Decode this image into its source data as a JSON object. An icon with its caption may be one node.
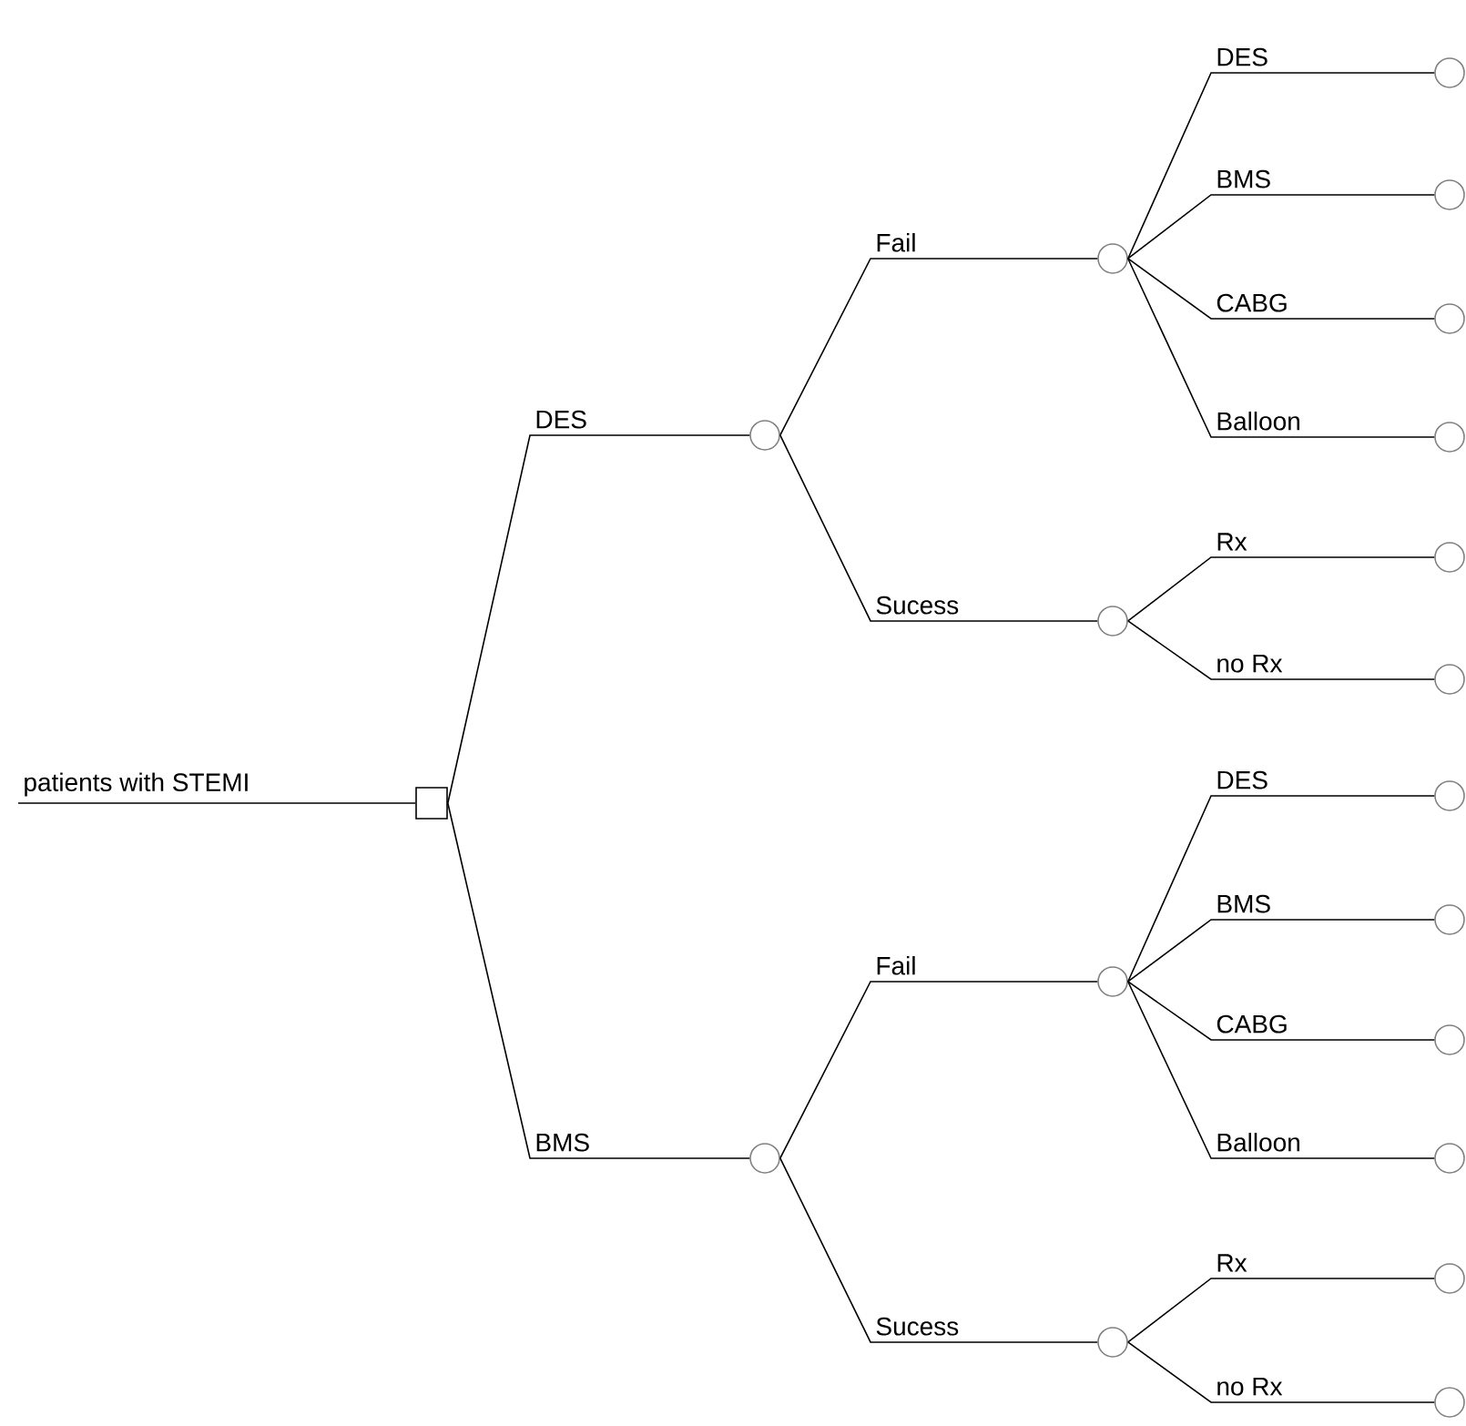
{
  "diagram": {
    "nodes": [
      {
        "text": [],
        "shape": "box"
      },
      {
        "text": [],
        "shape": "circle"
      },
      {
        "text": [],
        "shape": "circle"
      },
      {
        "text": [],
        "shape": "circle"
      },
      {
        "text": [],
        "shape": "circle"
      },
      {
        "text": [],
        "shape": "circle"
      },
      {
        "text": [],
        "shape": "circle"
      },
      {
        "text": [],
        "shape": "circle"
      },
      {
        "text": [],
        "shape": "circle"
      },
      {
        "text": [],
        "shape": "circle"
      },
      {
        "text": [],
        "shape": "circle"
      },
      {
        "text": [],
        "shape": "circle"
      },
      {
        "text": [],
        "shape": "circle"
      },
      {
        "text": [],
        "shape": "circle"
      },
      {
        "text": [],
        "shape": "circle"
      },
      {
        "text": [],
        "shape": "circle"
      },
      {
        "text": [],
        "shape": "circle"
      },
      {
        "text": [],
        "shape": "circle"
      },
      {
        "text": [],
        "shape": "circle"
      }
    ],
    "edges": [
      {
        "from": null,
        "to": 0,
        "arrow": "none",
        "label": "patients with STEMI"
      },
      {
        "from": 0,
        "to": 1,
        "arrow": "none",
        "label": "DES"
      },
      {
        "from": 0,
        "to": 2,
        "arrow": "none",
        "label": "BMS"
      },
      {
        "from": 1,
        "to": 3,
        "arrow": "none",
        "label": "Fail"
      },
      {
        "from": 1,
        "to": 4,
        "arrow": "none",
        "label": "Sucess"
      },
      {
        "from": 2,
        "to": 5,
        "arrow": "none",
        "label": "Fail"
      },
      {
        "from": 2,
        "to": 6,
        "arrow": "none",
        "label": "Sucess"
      },
      {
        "from": 3,
        "to": 7,
        "arrow": "none",
        "label": "DES"
      },
      {
        "from": 3,
        "to": 8,
        "arrow": "none",
        "label": "BMS"
      },
      {
        "from": 3,
        "to": 9,
        "arrow": "none",
        "label": "CABG"
      },
      {
        "from": 3,
        "to": 10,
        "arrow": "none",
        "label": "Balloon"
      },
      {
        "from": 4,
        "to": 11,
        "arrow": "none",
        "label": "Rx"
      },
      {
        "from": 4,
        "to": 12,
        "arrow": "none",
        "label": "no Rx"
      },
      {
        "from": 5,
        "to": 13,
        "arrow": "none",
        "label": "DES"
      },
      {
        "from": 5,
        "to": 14,
        "arrow": "none",
        "label": "BMS"
      },
      {
        "from": 5,
        "to": 15,
        "arrow": "none",
        "label": "CABG"
      },
      {
        "from": 5,
        "to": 16,
        "arrow": "none",
        "label": "Balloon"
      },
      {
        "from": 6,
        "to": 17,
        "arrow": "none",
        "label": "Rx"
      },
      {
        "from": 6,
        "to": 18,
        "arrow": "none",
        "label": "no Rx"
      }
    ]
  }
}
